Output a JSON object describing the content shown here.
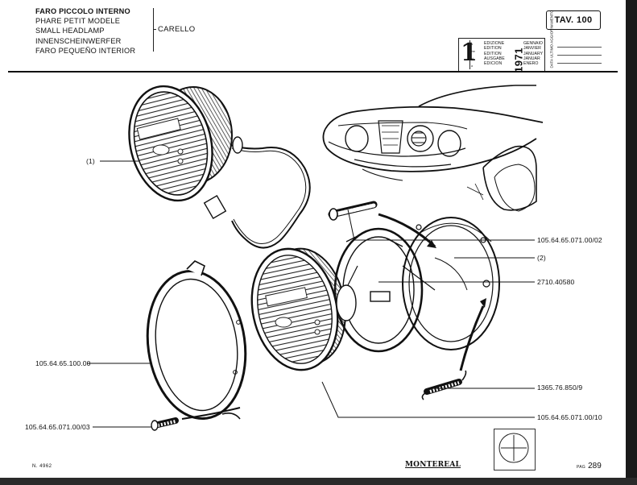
{
  "header": {
    "titles": [
      "FARO PICCOLO INTERNO",
      "PHARE PETIT MODELE",
      "SMALL HEADLAMP",
      "INNENSCHEINWERFER",
      "FARO PEQUEÑO INTERIOR"
    ],
    "supplier": "CARELLO",
    "table_number": "TAV. 100"
  },
  "edition_box": {
    "number": "1",
    "ordinals": [
      "a",
      "ère",
      "st",
      "e",
      "a"
    ],
    "edition_words": [
      "EDIZIONE",
      "EDITION",
      "EDITION",
      "AUSGABE",
      "EDICION"
    ],
    "year": "1971",
    "months": [
      "GENNAIO",
      "JANVIER",
      "JANUARY",
      "JANUAR",
      "ENERO"
    ],
    "updates_label": "DATA ULTIMO AGGIORNAMENTO"
  },
  "callouts": {
    "c1": "(1)",
    "c2": "105.64.65.071.00/02",
    "c3": "(2)",
    "c4": "2710.40580",
    "c5": "105.64.65.100.00",
    "c6": "1365.76.850/9",
    "c7": "105.64.65.071.00/03",
    "c8": "105.64.65.071.00/10"
  },
  "footer": {
    "doc_number": "N. 4962",
    "publisher": "MONTEREAL",
    "page_label": "PAG",
    "page_number": "289"
  }
}
